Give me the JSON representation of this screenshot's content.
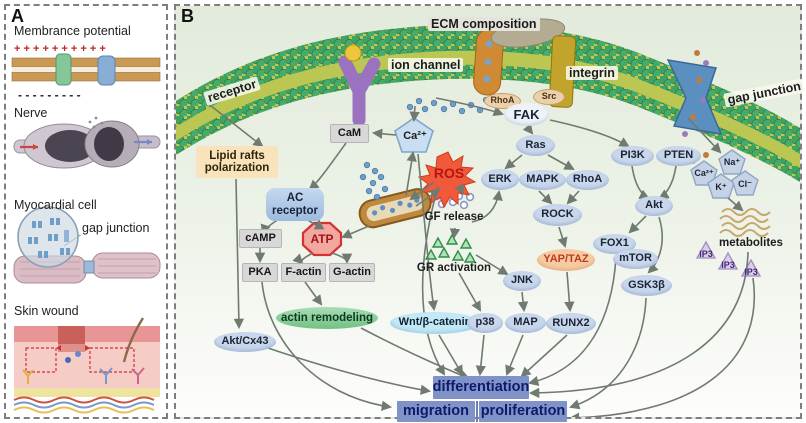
{
  "figure": {
    "panel_a_label": "A",
    "panel_b_label": "B"
  },
  "panel_a": {
    "membrane_potential_title": "Membrance potential",
    "plus_row": "+ + + + + + + + + +",
    "minus_row": "- - - - - - - - -",
    "nerve_title": "Nerve",
    "myocardial_title": "Myocardial cell",
    "gap_junction_callout": "gap junction",
    "skin_wound_title": "Skin wound"
  },
  "panel_b": {
    "membrane": {
      "ecm": "ECM composition",
      "receptor": "receptor",
      "ion_channel": "ion channel",
      "integrin": "integrin",
      "gap_junction": "gap junction",
      "rhoa_fak": "RhoA",
      "src": "Src",
      "fak": "FAK"
    },
    "nodes": {
      "cam": "CaM",
      "ca2": "Ca²⁺",
      "lipid_rafts": "Lipid rafts polarization",
      "ac_receptor": "AC receptor",
      "ros": "ROS",
      "ras": "Ras",
      "erk": "ERK",
      "mapk": "MAPK",
      "rhoa": "RhoA",
      "rock": "ROCK",
      "pi3k": "PI3K",
      "pten": "PTEN",
      "akt": "Akt",
      "na": "Na⁺",
      "ca_ion": "Ca²⁺",
      "k": "K⁺",
      "cl": "Cl⁻",
      "gf_release": "GF release",
      "gr_activation": "GR activation",
      "camp": "cAMP",
      "atp": "ATP",
      "pka": "PKA",
      "f_actin": "F-actin",
      "g_actin": "G-actin",
      "jnk": "JNK",
      "yap_taz": "YAP/TAZ",
      "fox1": "FOX1",
      "mtor": "mTOR",
      "gsk3b": "GSK3β",
      "metabolites": "metabolites",
      "ip3": "IP3",
      "actin_remodeling": "actin remodeling",
      "akt_cx43": "Akt/Cx43",
      "wnt": "Wnt/β-catenin",
      "p38": "p38",
      "map": "MAP",
      "runx2": "RUNX2",
      "differentiation": "differentiation",
      "migration": "migration",
      "proliferation": "proliferation"
    },
    "colors": {
      "node_blue": "#c8d7ec",
      "box_gray": "#d8d8d8",
      "lipid_rafts_bg": "#f8e3bd",
      "ros_red": "#e8492a",
      "atp_fill": "#f2a8a0",
      "yap_fill": "#f6cba4",
      "green_ellipse": "#8ed39a",
      "cyan_ellipse": "#c3e8f6",
      "result_box": "#8093c8",
      "result_text": "#0e1a6b",
      "membrane_green": "#3fa463",
      "tail_olive": "#bcc653",
      "arrow_gray": "#6f7a70"
    }
  }
}
